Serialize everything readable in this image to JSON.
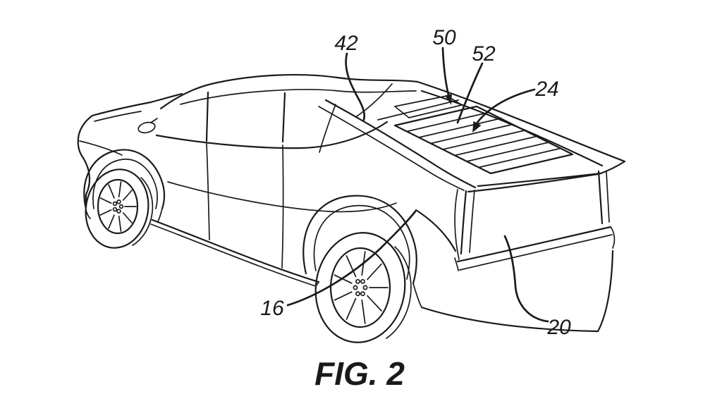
{
  "figure": {
    "caption": "FIG. 2",
    "description": "patent-line-drawing-of-pickup-truck-rear-three-quarter-view-with-louvered-bed-cover",
    "reference_labels": [
      {
        "id": "42",
        "text": "42"
      },
      {
        "id": "50",
        "text": "50"
      },
      {
        "id": "52",
        "text": "52"
      },
      {
        "id": "24",
        "text": "24"
      },
      {
        "id": "16",
        "text": "16"
      },
      {
        "id": "20",
        "text": "20"
      }
    ]
  },
  "colors": {
    "line": "#1a1a1a",
    "background": "#ffffff"
  }
}
